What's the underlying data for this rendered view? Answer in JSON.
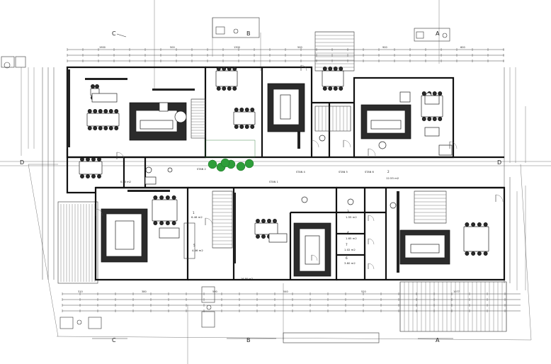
{
  "sections": {
    "C": "C",
    "B": "B",
    "A": "A",
    "D": "D"
  },
  "rooms": [
    {
      "num": "1",
      "area": "6.46 m2"
    },
    {
      "num": "2",
      "area": "12.55 m2"
    },
    {
      "num": "3",
      "area": "1.55 m2"
    },
    {
      "num": "4",
      "area": "1.65 m2"
    },
    {
      "num": "5",
      "area": "4.46 m2"
    },
    {
      "num": "6",
      "area": "3.60 m2"
    },
    {
      "num": "7",
      "area": "1.02 m2"
    }
  ],
  "labels": {
    "stair_1": "STAN 1",
    "stair_2": "STAN 2",
    "stair_4": "STAN 4",
    "stair_5": "STAN 5",
    "stair_6": "STAN 6",
    "area_small": "0.50 m2",
    "area_big": "16.80 m2"
  },
  "dims_top": [
    "1900",
    "500",
    "1300",
    "500",
    "900",
    "600"
  ],
  "dims_bottom": [
    "310",
    "380",
    "590",
    "540",
    "520",
    "1077"
  ],
  "colors": {
    "planting": "#2e9e3a",
    "ink": "#111111"
  }
}
